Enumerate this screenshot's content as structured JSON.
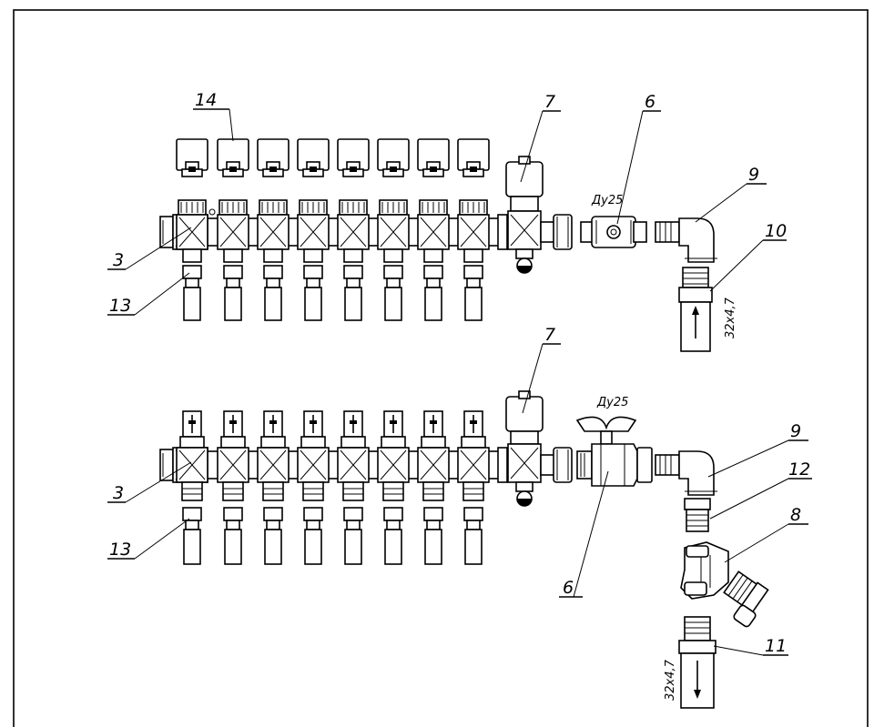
{
  "top_assembly": {
    "callouts": {
      "actuator": "14",
      "air_vent": "7",
      "ball_valve": "6",
      "elbow": "9",
      "fitting": "10",
      "manifold": "3",
      "outlet_fitting": "13"
    },
    "valve_size_label": "Ду25",
    "pipe_label": "32х4,7"
  },
  "bottom_assembly": {
    "callouts": {
      "air_vent": "7",
      "elbow": "9",
      "nipple": "12",
      "balancing_valve": "8",
      "fitting": "11",
      "manifold": "3",
      "outlet_fitting": "13",
      "ball_valve": "6"
    },
    "valve_size_label": "Ду25",
    "pipe_label": "32х4,7"
  }
}
